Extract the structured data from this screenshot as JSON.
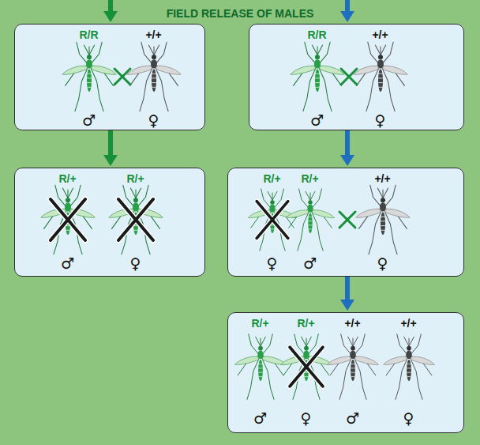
{
  "diagram": {
    "title": "FIELD RELEASE OF MALES",
    "nodes": [
      {
        "text": [
          "R/R",
          "+/+",
          "♂",
          "♀"
        ]
      },
      {
        "text": [
          "R/R",
          "+/+",
          "♂",
          "♀"
        ]
      },
      {
        "text": [
          "R/+",
          "R/+",
          "♂",
          "♀"
        ]
      },
      {
        "text": [
          "R/+",
          "R/+",
          "+/+",
          "♀",
          "♂",
          "♀"
        ]
      },
      {
        "text": [
          "R/+",
          "R/+",
          "+/+",
          "+/+",
          "♂",
          "♀",
          "♂",
          "♀"
        ]
      }
    ],
    "edges": [
      {
        "from": 0,
        "to": 2,
        "arrow": "to"
      },
      {
        "from": 1,
        "to": 3,
        "arrow": "to"
      },
      {
        "from": 3,
        "to": 4,
        "arrow": "to"
      }
    ]
  }
}
